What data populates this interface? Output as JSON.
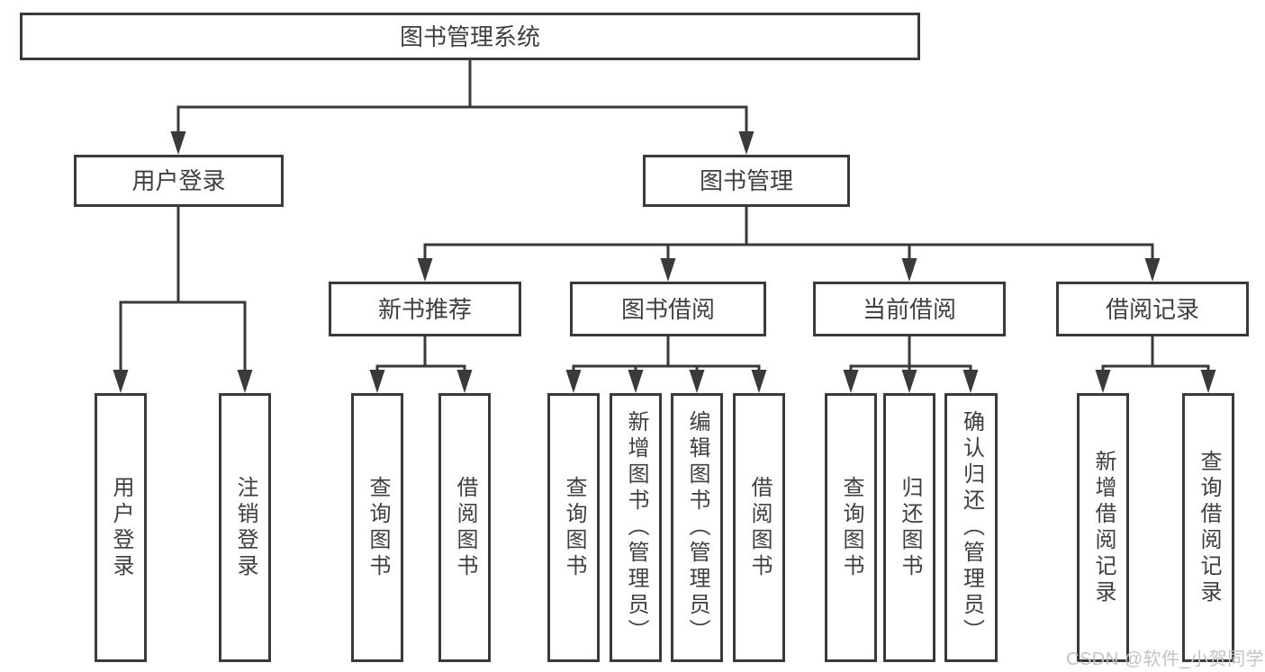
{
  "diagram_title": "图书管理系统",
  "tree": {
    "label": "图书管理系统",
    "children": [
      {
        "label": "用户登录",
        "children": [
          {
            "label": "用户登录"
          },
          {
            "label": "注销登录"
          }
        ]
      },
      {
        "label": "图书管理",
        "children": [
          {
            "label": "新书推荐",
            "children": [
              {
                "label": "查询图书"
              },
              {
                "label": "借阅图书"
              }
            ]
          },
          {
            "label": "图书借阅",
            "children": [
              {
                "label": "查询图书"
              },
              {
                "label": "新增图书（管理员）"
              },
              {
                "label": "编辑图书（管理员）"
              },
              {
                "label": "借阅图书"
              }
            ]
          },
          {
            "label": "当前借阅",
            "children": [
              {
                "label": "查询图书"
              },
              {
                "label": "归还图书"
              },
              {
                "label": "确认归还（管理员）"
              }
            ]
          },
          {
            "label": "借阅记录",
            "children": [
              {
                "label": "新增借阅记录"
              },
              {
                "label": "查询借阅记录"
              }
            ]
          }
        ]
      }
    ]
  },
  "watermark": {
    "text": "CSDN @软件_小贺同学"
  },
  "colors": {
    "line": "#3a3a3a",
    "box_border": "#3a3a3a",
    "text": "#3f3f3f",
    "background": "#ffffff",
    "watermark": "#c3c3c3"
  }
}
